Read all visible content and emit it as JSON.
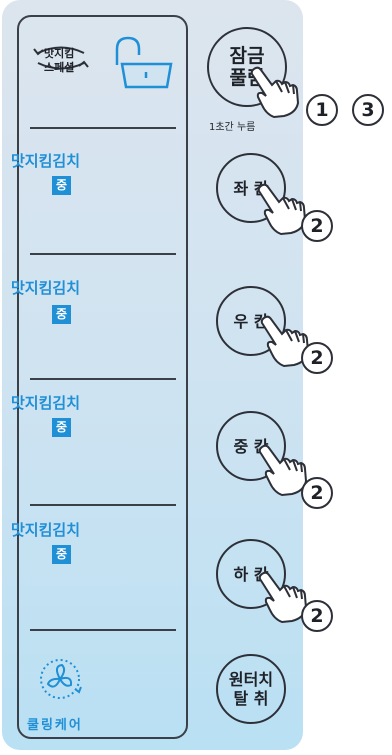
{
  "panel": {
    "special": {
      "line1": "맛지킴",
      "line2": "스페셜"
    },
    "compartments": [
      {
        "mode": "맛지킴김치",
        "level": "중"
      },
      {
        "mode": "맛지킴김치",
        "level": "중"
      },
      {
        "mode": "맛지킴김치",
        "level": "중"
      },
      {
        "mode": "맛지킴김치",
        "level": "중"
      }
    ],
    "cooling_care": "쿨링케어"
  },
  "buttons": {
    "lock": {
      "line1": "잠금",
      "line2": "풀림",
      "hold_hint": "1초간 누름"
    },
    "left": "좌 칸",
    "right": "우 칸",
    "middle": "중 칸",
    "bottom": "하 칸",
    "onetouch": {
      "line1": "원터치",
      "line2": "탈 취"
    }
  },
  "steps": {
    "lock_a": "1",
    "lock_b": "3",
    "left": "2",
    "right": "2",
    "middle": "2",
    "bottom": "2"
  },
  "colors": {
    "accent": "#1f8fd6",
    "panel_top": "#dce5ee",
    "panel_bottom": "#b9e0f3",
    "ink": "#2d3038"
  }
}
